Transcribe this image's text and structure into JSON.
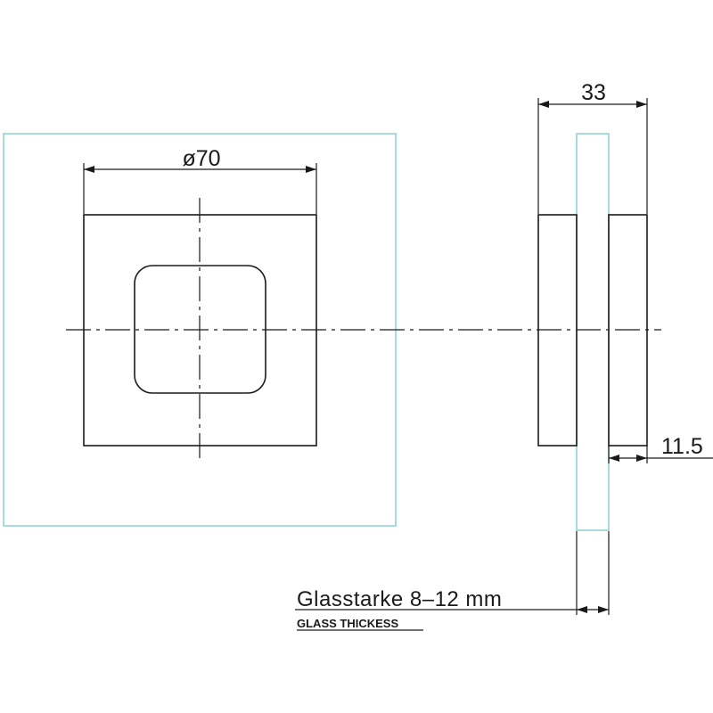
{
  "colors": {
    "line": "#1a1a1a",
    "glass": "#8fd3d3",
    "background": "#ffffff"
  },
  "dimensions": {
    "diameter": "ø70",
    "depth": "33",
    "plate_thickness": "11.5"
  },
  "note": {
    "line1": "Glasstarke 8–12 mm",
    "line2": "GLASS THICKESS"
  }
}
